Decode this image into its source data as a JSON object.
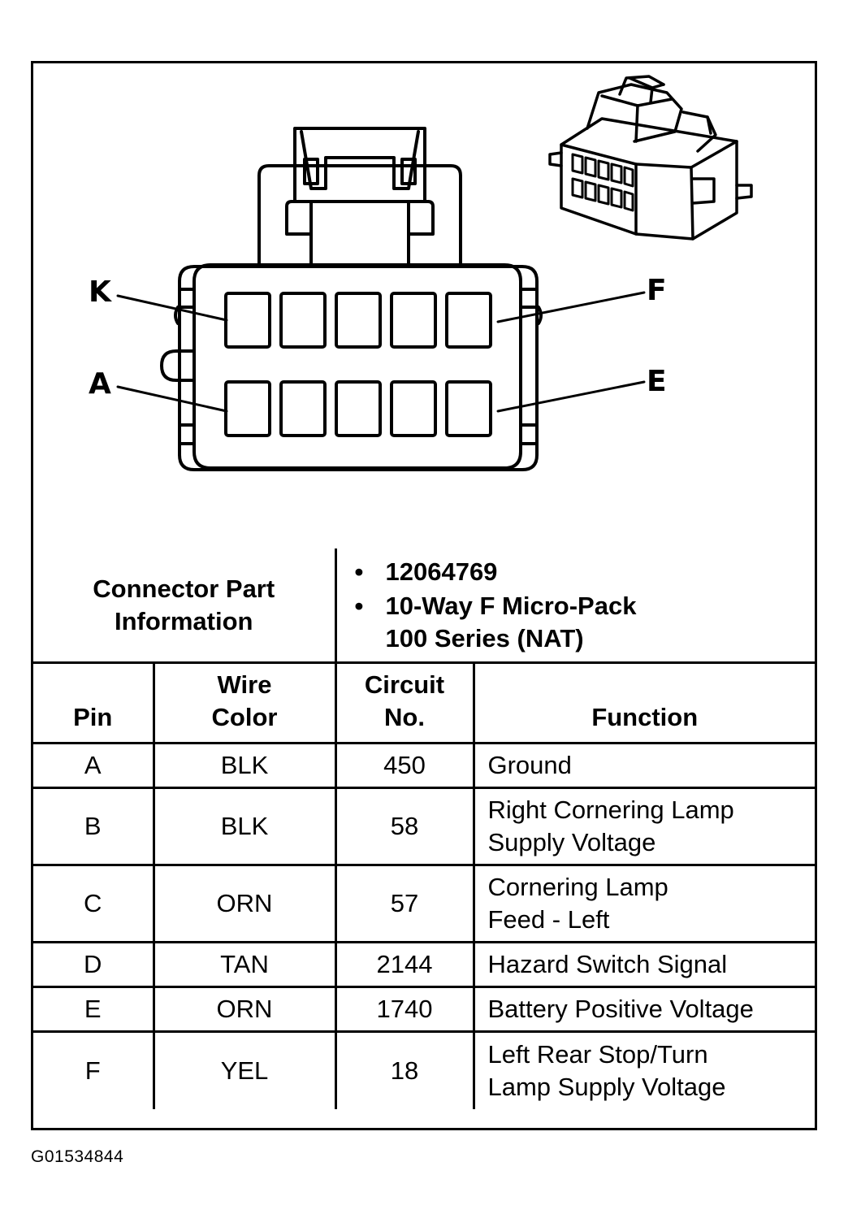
{
  "diagram": {
    "pin_labels": {
      "top_left": "K",
      "top_right": "F",
      "bottom_left": "A",
      "bottom_right": "E"
    }
  },
  "connector_info": {
    "label_line1": "Connector Part",
    "label_line2": "Information",
    "bullet": "•",
    "part_number": "12064769",
    "description_line1": "10-Way F Micro-Pack",
    "description_line2": "100 Series (NAT)"
  },
  "table": {
    "headers": {
      "pin": "Pin",
      "wire_color_1": "Wire",
      "wire_color_2": "Color",
      "circuit_1": "Circuit",
      "circuit_2": "No.",
      "function": "Function"
    },
    "rows": [
      {
        "pin": "A",
        "color": "BLK",
        "circuit": "450",
        "function_1": "Ground",
        "function_2": ""
      },
      {
        "pin": "B",
        "color": "BLK",
        "circuit": "58",
        "function_1": "Right Cornering Lamp",
        "function_2": "Supply Voltage"
      },
      {
        "pin": "C",
        "color": "ORN",
        "circuit": "57",
        "function_1": "Cornering Lamp",
        "function_2": "Feed - Left"
      },
      {
        "pin": "D",
        "color": "TAN",
        "circuit": "2144",
        "function_1": "Hazard Switch Signal",
        "function_2": ""
      },
      {
        "pin": "E",
        "color": "ORN",
        "circuit": "1740",
        "function_1": "Battery Positive Voltage",
        "function_2": ""
      },
      {
        "pin": "F",
        "color": "YEL",
        "circuit": "18",
        "function_1": "Left Rear Stop/Turn",
        "function_2": "Lamp Supply Voltage"
      }
    ]
  },
  "figure_id": "G01534844"
}
